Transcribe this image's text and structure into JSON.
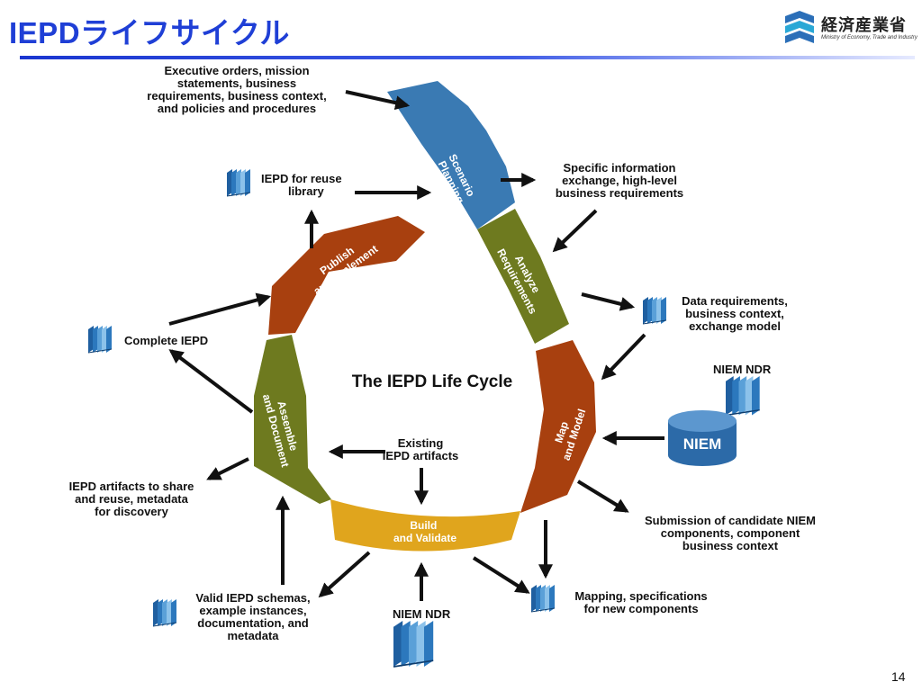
{
  "slide": {
    "title": "IEPDライフサイクル",
    "page_number": "14"
  },
  "logo": {
    "name": "経済産業省",
    "subtitle": "Ministry of Economy, Trade and Industry"
  },
  "diagram": {
    "center_title": "The IEPD Life Cycle",
    "stages": [
      {
        "id": "scenario-planning",
        "line1": "Scenario",
        "line2": "Planning",
        "color": "#3a7ab3"
      },
      {
        "id": "analyze-requirements",
        "line1": "Analyze",
        "line2": "Requirements",
        "color": "#6e7a1f"
      },
      {
        "id": "map-and-model",
        "line1": "Map",
        "line2": "and Model",
        "color": "#a8400f"
      },
      {
        "id": "build-and-validate",
        "line1": "Build",
        "line2": "and Validate",
        "color": "#e0a51d"
      },
      {
        "id": "assemble-and-document",
        "line1": "Assemble",
        "line2": "and Document",
        "color": "#6e7a1f"
      },
      {
        "id": "publish-and-implement",
        "line1": "Publish",
        "line2": "and Implement",
        "color": "#a8400f"
      }
    ],
    "labels": {
      "executive_orders": [
        "Executive orders, mission",
        "statements, business",
        "requirements, business context,",
        "and policies and procedures"
      ],
      "specific_info": [
        "Specific information",
        "exchange, high-level",
        "business requirements"
      ],
      "data_requirements": [
        "Data requirements,",
        "business context,",
        "exchange model"
      ],
      "niem_ndr_right": "NIEM NDR",
      "niem_db": "NIEM",
      "submission": [
        "Submission of candidate NIEM",
        "components, component",
        "business context"
      ],
      "mapping": [
        "Mapping, specifications",
        "for new components"
      ],
      "niem_ndr_bottom": "NIEM NDR",
      "valid_schemas": [
        "Valid IEPD schemas,",
        "example instances,",
        "documentation, and",
        "metadata"
      ],
      "artifacts_share": [
        "IEPD artifacts to share",
        "and reuse, metadata",
        "for discovery"
      ],
      "complete_iepd": "Complete IEPD",
      "reuse_library": [
        "IEPD for reuse",
        "library"
      ],
      "existing_artifacts": [
        "Existing",
        "IEPD artifacts"
      ]
    }
  }
}
